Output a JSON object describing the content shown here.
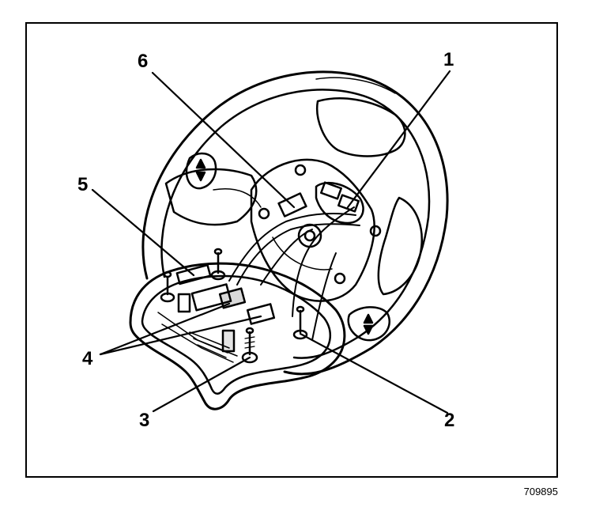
{
  "figure": {
    "id": "709895",
    "callouts": [
      "1",
      "2",
      "3",
      "4",
      "5",
      "6"
    ],
    "parts": {
      "steering_wheel": "steering-wheel",
      "module": "inflatable-restraint-module",
      "control_buttons": "control-switch-button"
    }
  }
}
